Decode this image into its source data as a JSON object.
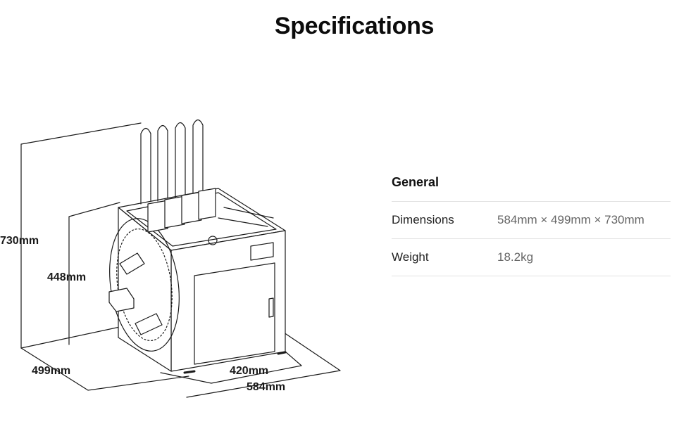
{
  "page": {
    "title": "Specifications"
  },
  "diagram": {
    "labels": {
      "total_height": "730mm",
      "body_height": "448mm",
      "depth": "499mm",
      "body_width": "420mm",
      "total_width": "584mm"
    }
  },
  "specs": {
    "heading": "General",
    "rows": [
      {
        "label": "Dimensions",
        "value": "584mm × 499mm × 730mm"
      },
      {
        "label": "Weight",
        "value": "18.2kg"
      }
    ]
  },
  "colors": {
    "line": "#1a1a1a",
    "divider": "#e2e2e2",
    "value_text": "#666666"
  }
}
